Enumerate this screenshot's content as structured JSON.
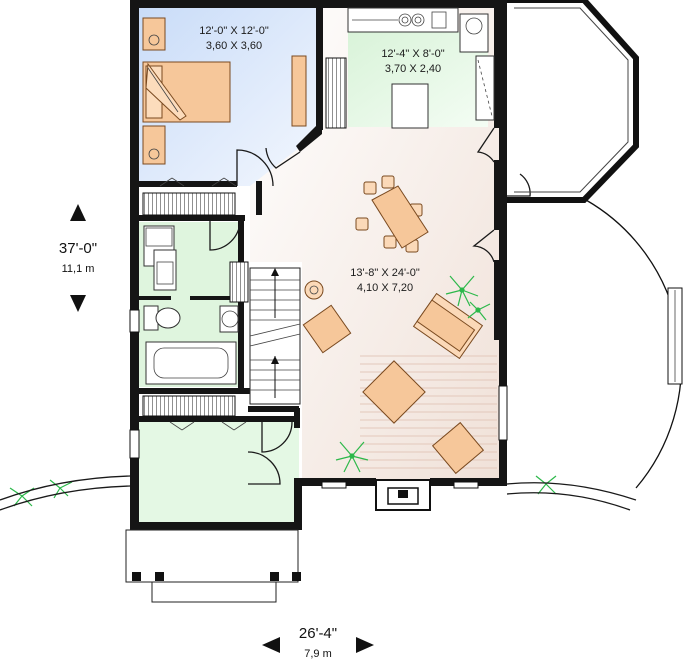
{
  "rooms": {
    "bedroom": {
      "imperial": "12'-0\" X 12'-0\"",
      "metric": "3,60 X 3,60",
      "color": "#dde8fb"
    },
    "kitchen": {
      "imperial": "12'-4\" X 8'-0\"",
      "metric": "3,70 X 2,40",
      "color": "#e4f8e4"
    },
    "living": {
      "imperial": "13'-8\" X 24'-0\"",
      "metric": "4,10 X 7,20",
      "color": "#f3e6df"
    },
    "bath_color": "#dff5de",
    "entry_color": "#e4f8e4"
  },
  "dimensions": {
    "depth": {
      "imperial": "37'-0\"",
      "metric": "11,1 m"
    },
    "width": {
      "imperial": "26'-4\"",
      "metric": "7,9 m"
    }
  },
  "colors": {
    "wall": "#151515",
    "furniture": "#f6c79a",
    "plant": "#2cb84a"
  }
}
